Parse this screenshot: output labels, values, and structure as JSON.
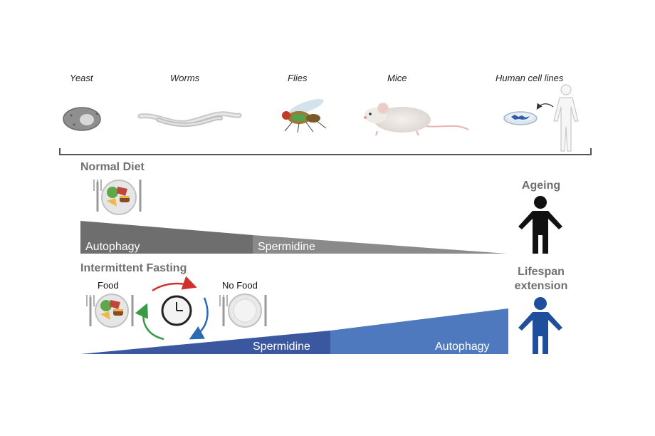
{
  "organisms": [
    {
      "label": "Yeast",
      "icon": "yeast-cell-icon"
    },
    {
      "label": "Worms",
      "icon": "worm-icon"
    },
    {
      "label": "Flies",
      "icon": "fly-icon"
    },
    {
      "label": "Mice",
      "icon": "mouse-icon"
    },
    {
      "label": "Human cell lines",
      "icon": "human-cell-lines-icon"
    }
  ],
  "normal_diet": {
    "title": "Normal Diet",
    "wedge_left_label": "Autophagy",
    "wedge_right_label": "Spermidine",
    "outcome": "Ageing",
    "outcome_icon": "person-icon",
    "wedge_colors": {
      "dark": "#6e6e6e",
      "light": "#8a8a8a"
    },
    "person_color": "#111111"
  },
  "intermittent_fasting": {
    "title": "Intermittent Fasting",
    "food_label": "Food",
    "no_food_label": "No Food",
    "wedge_left_label": "Spermidine",
    "wedge_right_label": "Autophagy",
    "outcome": "Lifespan extension",
    "outcome_icon": "person-icon",
    "wedge_colors": {
      "dark": "#3b57a0",
      "light": "#4f79be"
    },
    "person_color": "#1f4f9c",
    "cycle_arrow_colors": {
      "top": "#d0312d",
      "right": "#2c6ab2",
      "left": "#3a9a48"
    }
  },
  "colors": {
    "text_gray": "#707070",
    "bracket": "#555555"
  }
}
